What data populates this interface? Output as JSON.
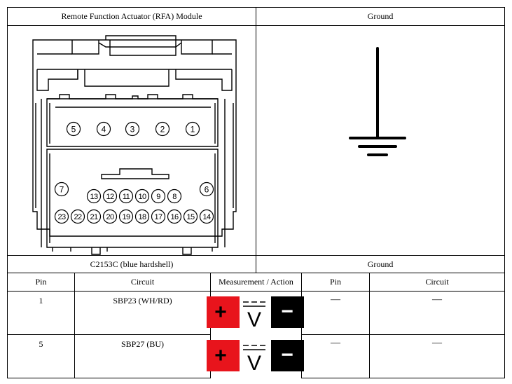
{
  "header": {
    "module_title": "Remote Function Actuator (RFA) Module",
    "ground_title": "Ground"
  },
  "connector": {
    "name": "C2153C (blue hardshell)",
    "top_pins": [
      "5",
      "4",
      "3",
      "2",
      "1"
    ],
    "mid_left_pin": "7",
    "mid_right_pin": "6",
    "row2_pins": [
      "13",
      "12",
      "11",
      "10",
      "9",
      "8"
    ],
    "row3_pins": [
      "23",
      "22",
      "21",
      "20",
      "19",
      "18",
      "17",
      "16",
      "15",
      "14"
    ]
  },
  "ground": {
    "label": "Ground"
  },
  "table": {
    "headers": {
      "pin": "Pin",
      "circuit": "Circuit",
      "measurement": "Measurement / Action",
      "ground_pin": "Pin",
      "ground_circuit": "Circuit"
    },
    "rows": [
      {
        "pin": "1",
        "circuit": "SBP23 (WH/RD)",
        "ground_pin": "—",
        "ground_circuit": "—"
      },
      {
        "pin": "5",
        "circuit": "SBP27 (BU)",
        "ground_pin": "—",
        "ground_circuit": "—"
      }
    ]
  },
  "meter": {
    "plus_symbol": "+",
    "minus_symbol": "−",
    "unit": "V",
    "plus_color": "#e8141c",
    "minus_color": "#000000"
  }
}
